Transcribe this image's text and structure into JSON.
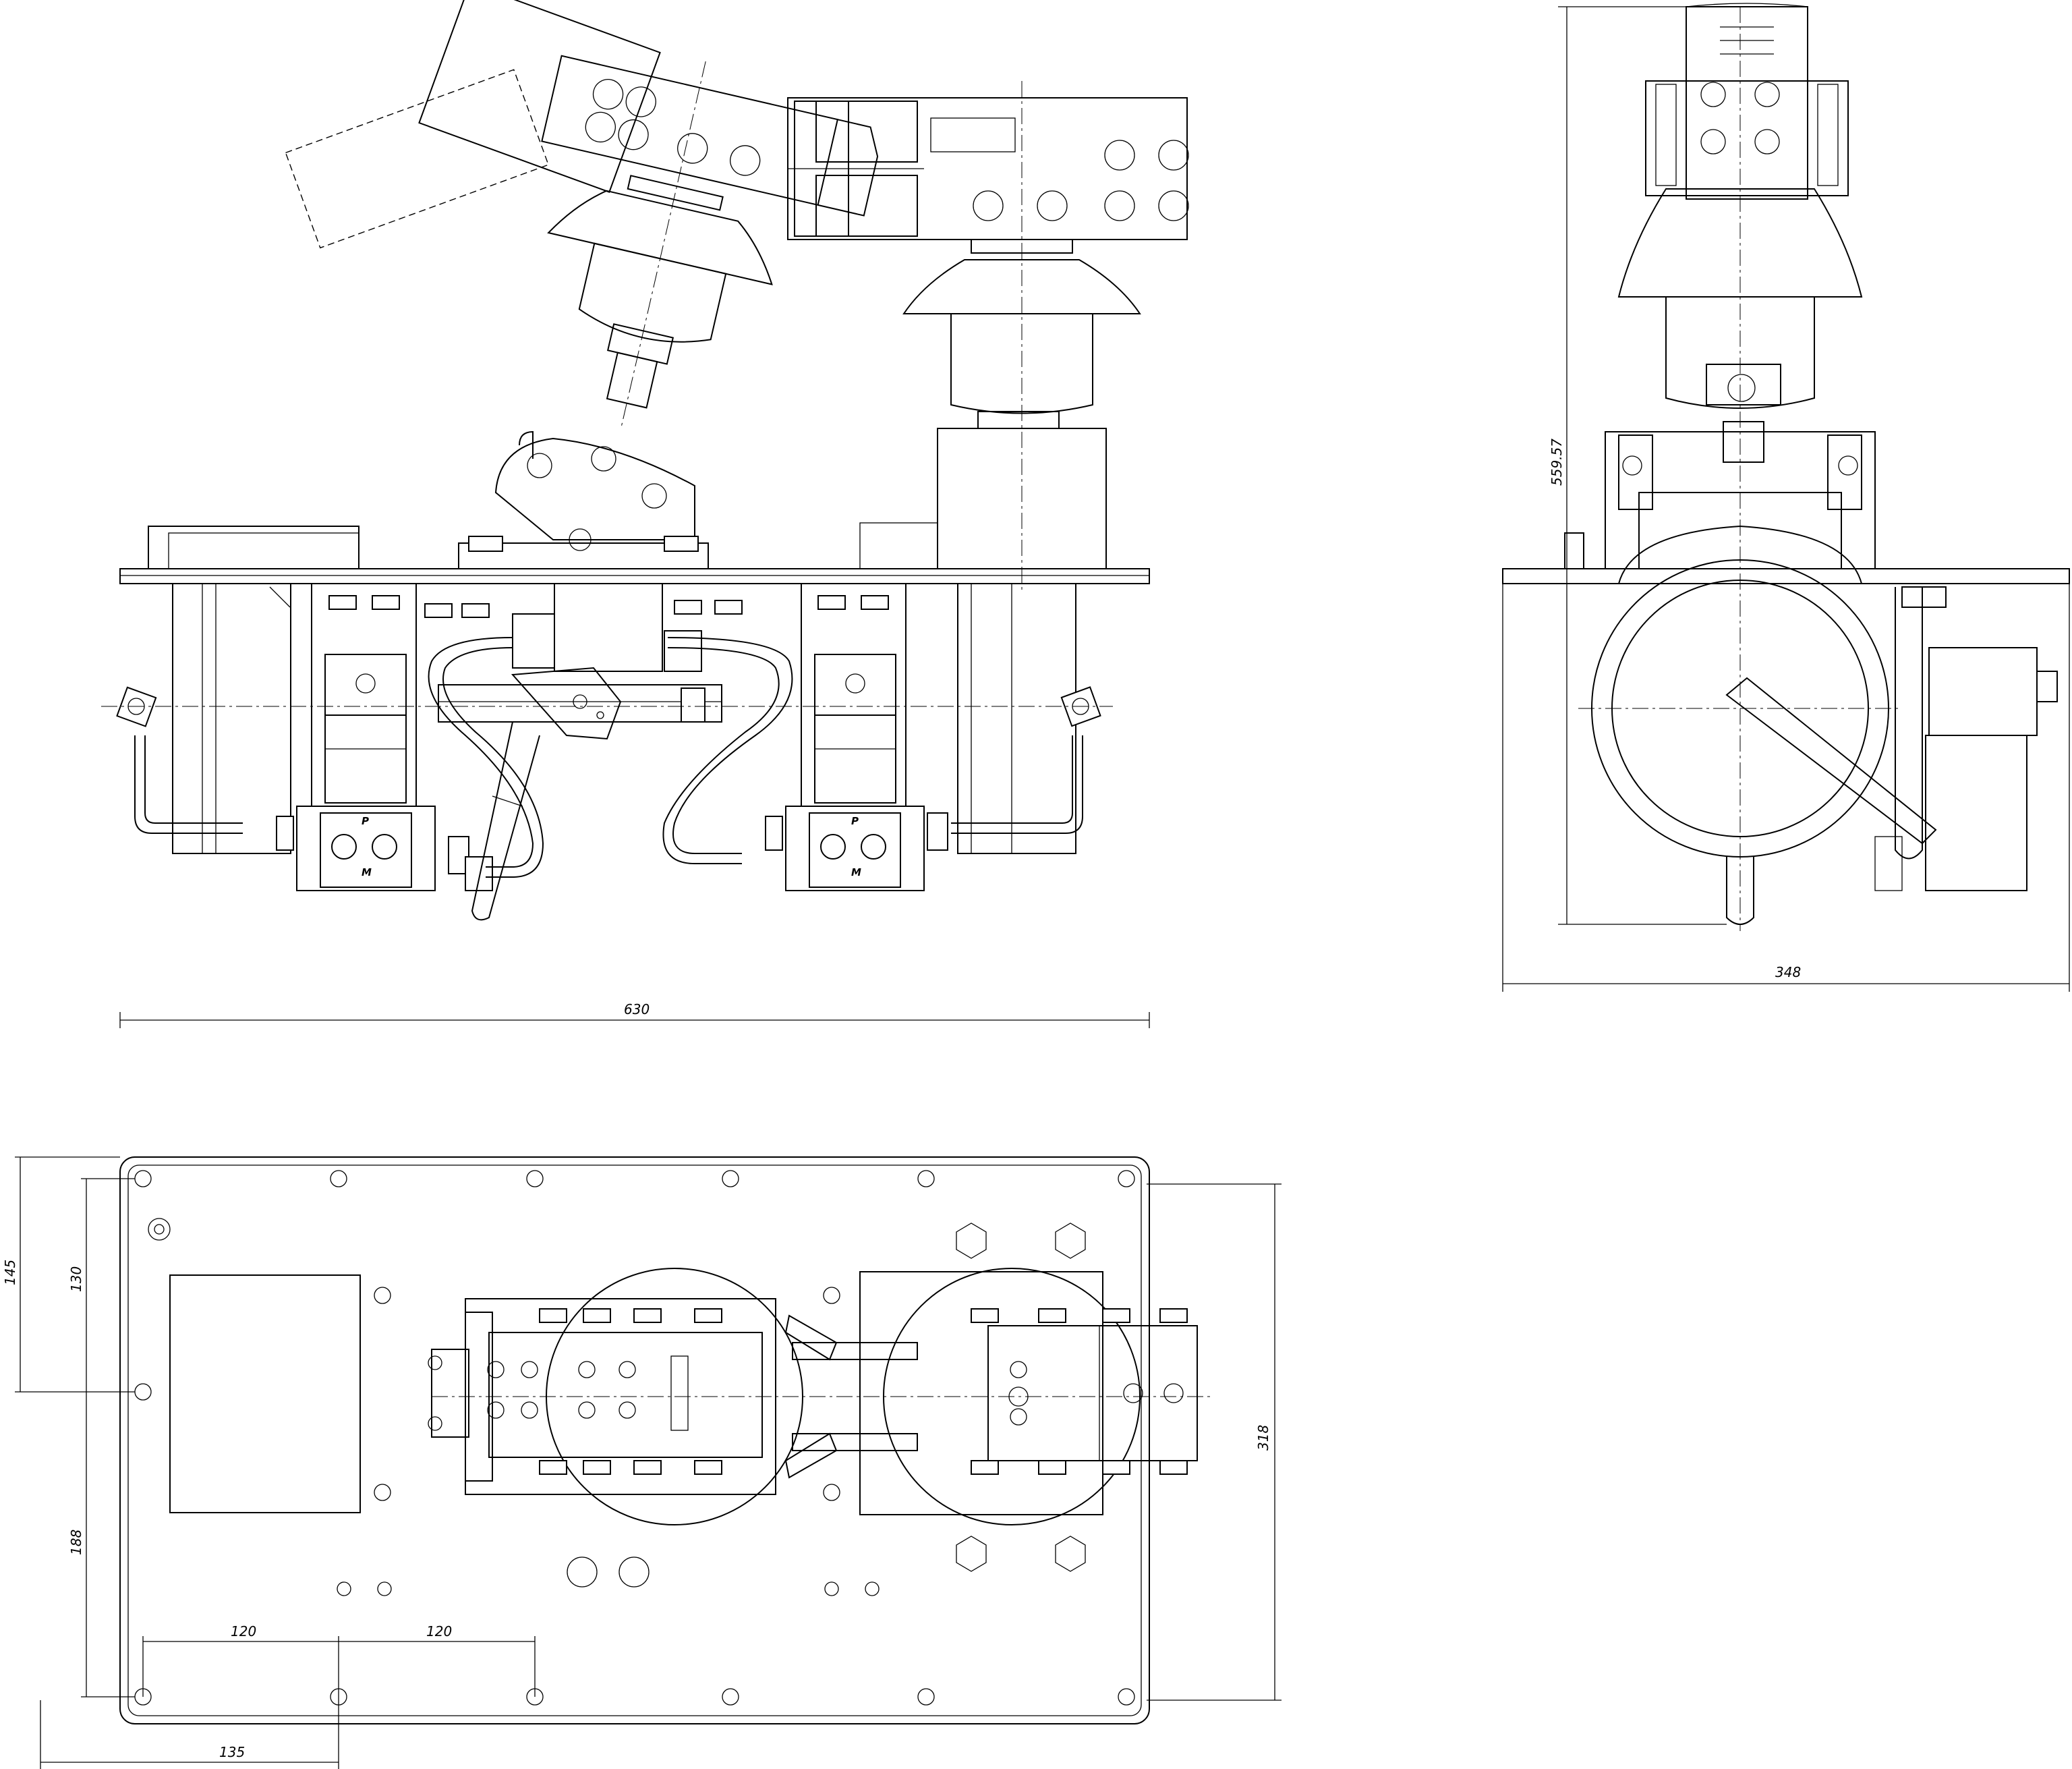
{
  "drawing": {
    "dimensions": {
      "front_width": "630",
      "side_height": "559.57",
      "side_width": "348",
      "plan_height_total": "318",
      "plan_top_offset": "145",
      "plan_hole_offset_a": "130",
      "plan_hole_offset_b": "188",
      "plan_pitch_1": "120",
      "plan_pitch_2": "120",
      "plan_left_offset": "135"
    },
    "markings": {
      "port_p_left": "P",
      "port_m_left": "M",
      "port_p_right": "P",
      "port_m_right": "M"
    }
  }
}
